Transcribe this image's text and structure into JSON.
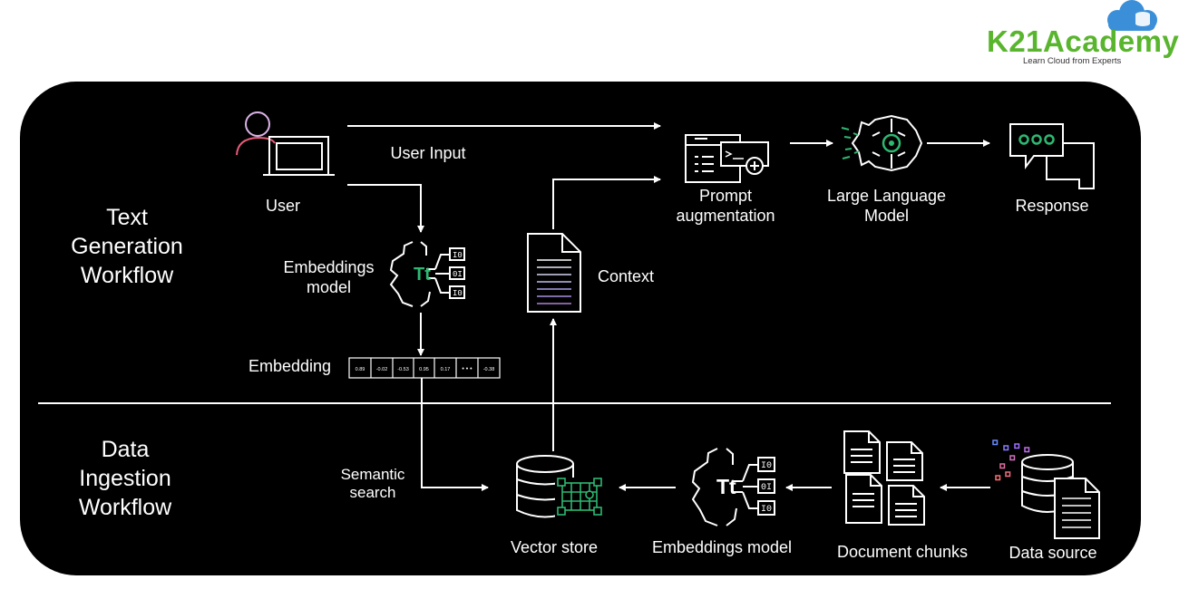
{
  "logo": {
    "title": "K21Academy",
    "tagline": "Learn Cloud from Experts",
    "title_color": "#59b52e",
    "cloud_color": "#3b8fd8"
  },
  "sections": {
    "text_generation": "Text Generation Workflow",
    "data_ingestion": "Data Ingestion Workflow"
  },
  "nodes": {
    "user": "User",
    "user_input": "User Input",
    "prompt_augmentation": "Prompt augmentation",
    "llm": "Large Language Model",
    "response": "Response",
    "embeddings_model_top": "Embeddings model",
    "context": "Context",
    "embedding": "Embedding",
    "semantic_search": "Semantic search",
    "vector_store": "Vector store",
    "embeddings_model_bottom": "Embeddings model",
    "document_chunks": "Document chunks",
    "data_source": "Data source"
  },
  "embedding_values": [
    "0.89",
    "-0.02",
    "-0.53",
    "0.95",
    "0.17",
    "• • •",
    "-0.38"
  ],
  "colors": {
    "accent_green": "#2eb872",
    "panel": "#000000",
    "line": "#ffffff"
  },
  "icons": [
    "user-laptop-icon",
    "prompt-icon",
    "llm-brain-icon",
    "chat-bubbles-icon",
    "embeddings-model-icon",
    "document-icon",
    "database-icon",
    "document-chunks-icon",
    "data-source-icon"
  ]
}
